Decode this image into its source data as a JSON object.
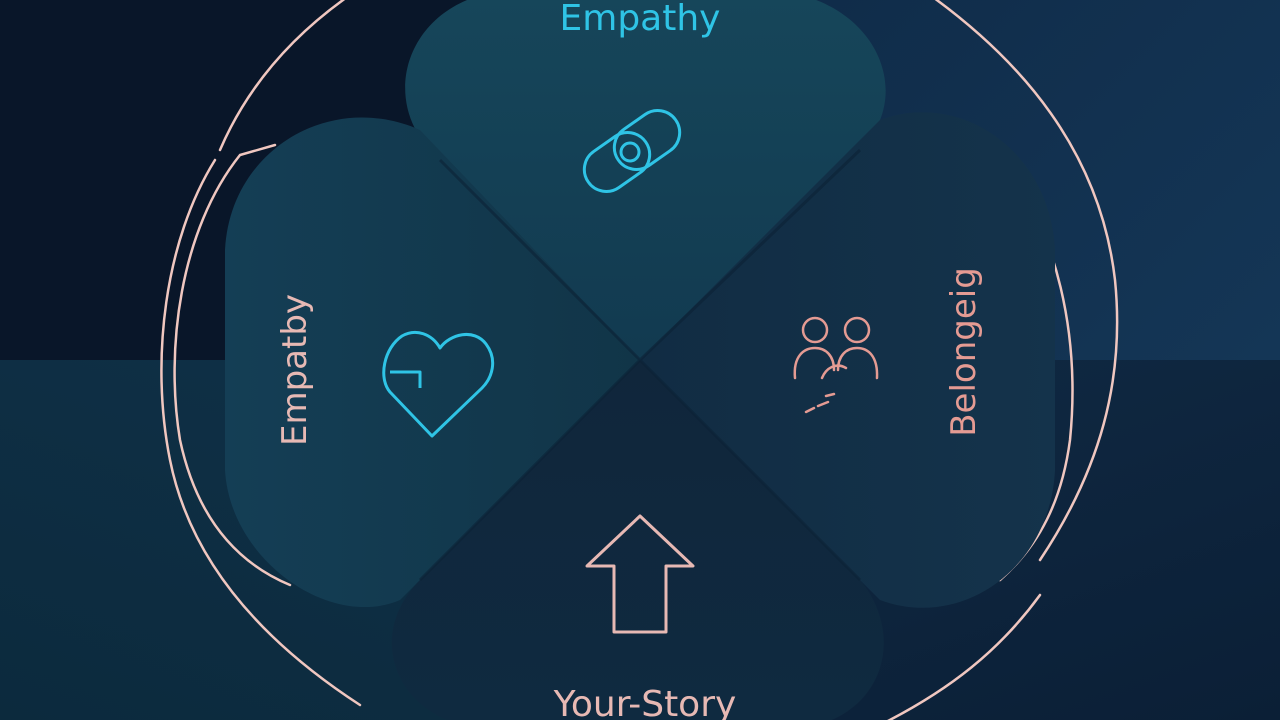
{
  "diagram": {
    "petals": [
      {
        "id": "top",
        "label": "Empathy",
        "icon": "chain-link-icon",
        "color": "#2fc4e6"
      },
      {
        "id": "left",
        "label": "Empatby",
        "icon": "heart-icon",
        "color": "#e7b9b4"
      },
      {
        "id": "right",
        "label": "Belongeig",
        "icon": "people-group-icon",
        "color": "#e49b93"
      },
      {
        "id": "bottom",
        "label": "Your-Story",
        "icon": "up-arrow-icon",
        "color": "#e7b9b4"
      }
    ],
    "colors": {
      "outline": "#f0c7c0",
      "accent_cyan": "#2fc4e6",
      "petal_fill": "#123b52",
      "petal_fill_alt": "#0f2c44"
    }
  }
}
